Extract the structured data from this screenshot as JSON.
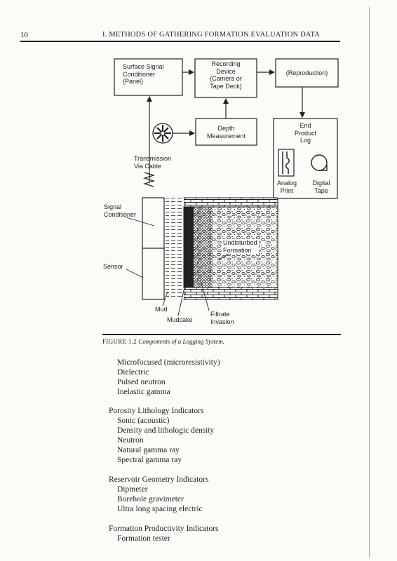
{
  "header": {
    "page_number": "10",
    "running_head": "I. METHODS OF GATHERING FORMATION EVALUATION DATA"
  },
  "figure": {
    "boxes": {
      "surface_signal_conditioner": "Surface Signal\nConditioner\n(Panel)",
      "recording_device": "Recording\nDevice\n(Camera or\nTape Deck)",
      "reproduction": "(Reproduction)",
      "depth_measurement": "Depth\nMeasurement",
      "end_product_log": "End\nProduct\nLog"
    },
    "labels": {
      "analog_print": "Analog\nPrint",
      "digital_tape": "Digital\nTape",
      "transmission": "Transmission\nVia Cable",
      "signal_conditioner": "Signal\nConditioner",
      "sensor": "Sensor",
      "undisturbed_formation": "Undisturbed\nFormation",
      "mud": "Mud",
      "mudcake": "Mudcake",
      "filtrate_invasion": "Filtrate\nInvasion"
    }
  },
  "caption": {
    "figure_number": "FIGURE 1.2",
    "title": "Components of a Logging System."
  },
  "body": {
    "top_items": [
      "Microfocused (microresistivity)",
      "Dielectric",
      "Pulsed neutron",
      "Inelastic gamma"
    ],
    "sections": [
      {
        "heading": "Porosity Lithology Indicators",
        "items": [
          "Sonic (acoustic)",
          "Density and lithologic density",
          "Neutron",
          "Natural gamma ray",
          "Spectral gamma ray"
        ]
      },
      {
        "heading": "Reservoir Geometry Indicators",
        "items": [
          "Dipmeter",
          "Borehole gravimeter",
          "Ultra long spacing electric"
        ]
      },
      {
        "heading": "Formation Productivity Indicators",
        "items": [
          "Formation tester"
        ]
      }
    ]
  }
}
